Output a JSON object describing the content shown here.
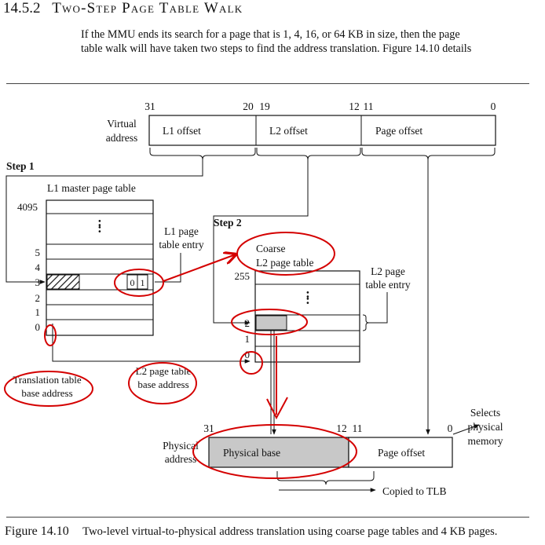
{
  "section": {
    "number": "14.5.2",
    "title": "Two-Step Page Table Walk",
    "intro_line1": "If the MMU ends its search for a page that is 1, 4, 16, or 64 KB in size, then the page",
    "intro_line2": "table walk will have taken two steps to find the address translation. Figure 14.10 details"
  },
  "figure": {
    "virtual_address": {
      "label_line1": "Virtual",
      "label_line2": "address",
      "bit_labels": [
        "31",
        "20",
        "19",
        "12",
        "11",
        "0"
      ],
      "fields": [
        "L1 offset",
        "L2 offset",
        "Page offset"
      ]
    },
    "step1": {
      "label": "Step 1",
      "table_title": "L1 master page table",
      "top_index": "4095",
      "ellipsis": ":",
      "indexes": [
        "5",
        "4",
        "3",
        "2",
        "1",
        "0"
      ],
      "entry_bits": [
        "0",
        "1"
      ],
      "entry_label_line1": "L1 page",
      "entry_label_line2": "table entry"
    },
    "step2": {
      "label": "Step 2",
      "table_title_line1": "Coarse",
      "table_title_line2": "L2 page table",
      "top_index": "255",
      "ellipsis": ":",
      "indexes": [
        "2",
        "1",
        "0"
      ],
      "entry_label_line1": "L2 page",
      "entry_label_line2": "table entry"
    },
    "ttb_label_line1": "Translation table",
    "ttb_label_line2": "base address",
    "l2base_label_line1": "L2 page table",
    "l2base_label_line2": "base address",
    "physical_address": {
      "label_line1": "Physical",
      "label_line2": "address",
      "bit_labels": [
        "31",
        "12",
        "11",
        "0"
      ],
      "fields": [
        "Physical base",
        "Page offset"
      ]
    },
    "selects_line1": "Selects",
    "selects_line2": "physical",
    "selects_line3": "memory",
    "copied_label": "Copied to TLB",
    "annotation_color": "#d40000",
    "shade_color": "#c8c8c8"
  },
  "caption": {
    "number": "Figure 14.10",
    "text": "Two-level virtual-to-physical address translation using coarse page tables and 4 KB pages."
  }
}
